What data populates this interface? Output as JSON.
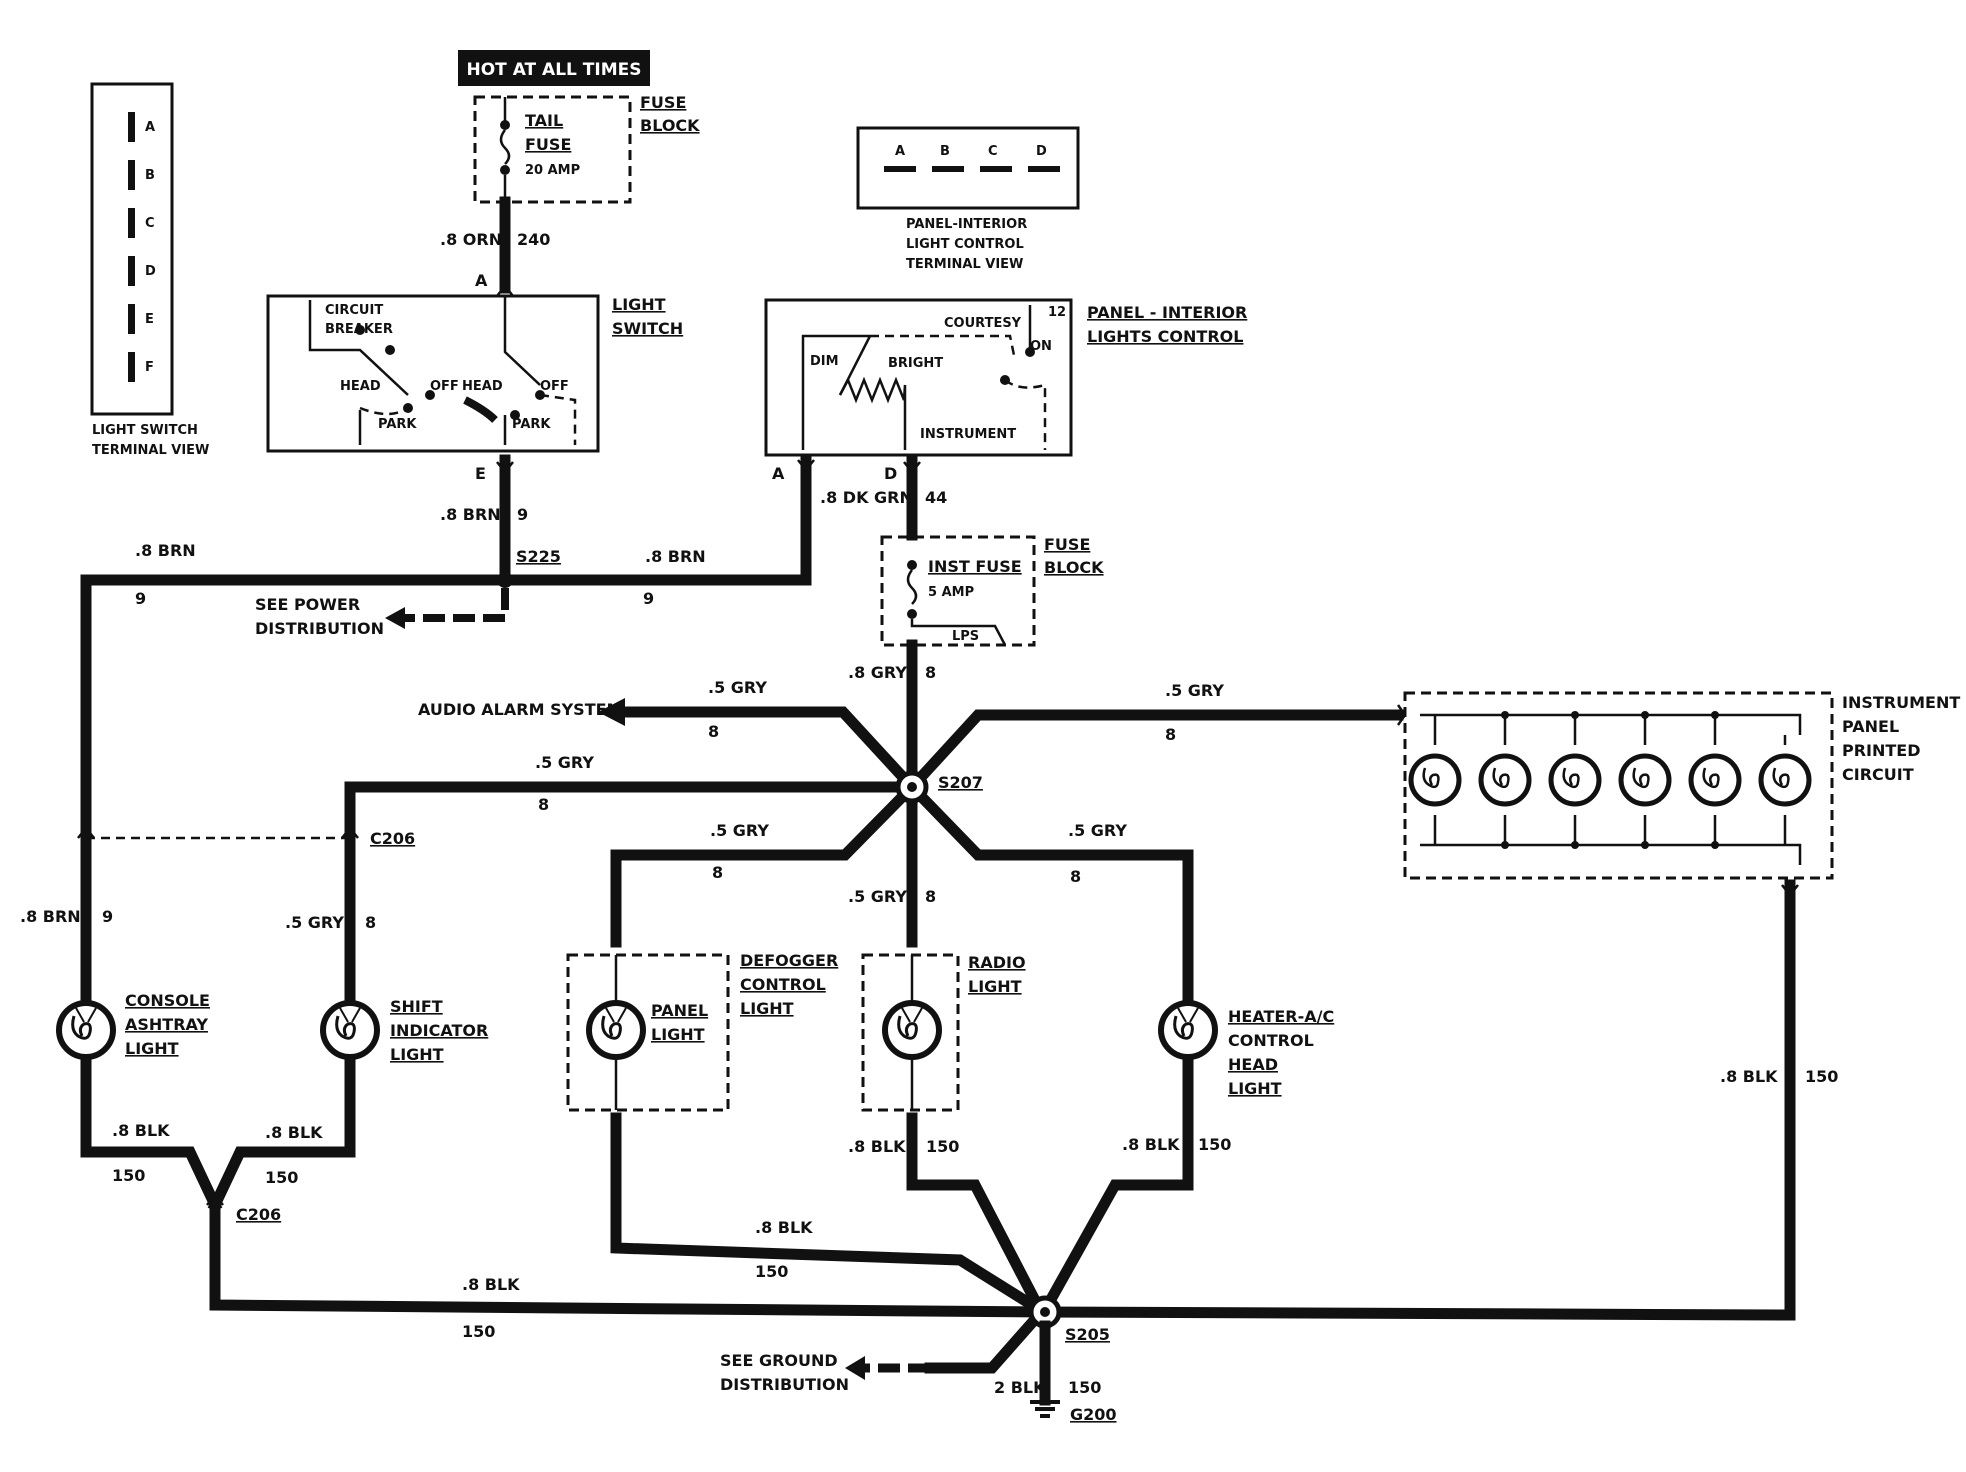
{
  "labels": {
    "hot": "HOT AT ALL TIMES",
    "tail_fuse_1": "TAIL",
    "tail_fuse_2": "FUSE",
    "tail_fuse_amp": "20 AMP",
    "fuse_block_1": "FUSE",
    "fuse_block_2": "BLOCK",
    "wire_240_color": ".8 ORN",
    "wire_240_num": "240",
    "term_a_top": "A",
    "light_switch_1": "LIGHT",
    "light_switch_2": "SWITCH",
    "circuit": "CIRCUIT",
    "breaker": "BREAKER",
    "head_1": "HEAD",
    "off_1": "OFF",
    "head_2": "HEAD",
    "off_2": "OFF",
    "park_1": "PARK",
    "park_2": "PARK",
    "term_e": "E",
    "wire_9_color_a": ".8 BRN",
    "wire_9_num_a": "9",
    "s225": "S225",
    "wire_9_color_b": ".8 BRN",
    "wire_9_num_b": "9",
    "wire_9_color_c": ".8 BRN",
    "wire_9_num_c": "9",
    "see_power_1": "SEE POWER",
    "see_power_2": "DISTRIBUTION",
    "ls_term_a": "A",
    "ls_term_b": "B",
    "ls_term_c": "C",
    "ls_term_d": "D",
    "ls_term_e": "E",
    "ls_term_f": "F",
    "ls_view_1": "LIGHT SWITCH",
    "ls_view_2": "TERMINAL VIEW",
    "pi_term_a": "A",
    "pi_term_b": "B",
    "pi_term_c": "C",
    "pi_term_d": "D",
    "pi_view_1": "PANEL-INTERIOR",
    "pi_view_2": "LIGHT CONTROL",
    "pi_view_3": "TERMINAL VIEW",
    "pi_control_1": "PANEL - INTERIOR",
    "pi_control_2": "LIGHTS CONTROL",
    "courtesy": "COURTESY",
    "pin_12": "12",
    "on": "ON",
    "dim": "DIM",
    "bright": "BRIGHT",
    "instrument": "INSTRUMENT",
    "term_a_pi": "A",
    "term_d_pi": "D",
    "wire_44_color": ".8 DK GRN",
    "wire_44_num": "44",
    "inst_fuse_1": "INST FUSE",
    "inst_fuse_amp": "5 AMP",
    "lps": "LPS",
    "fuse_block2_1": "FUSE",
    "fuse_block2_2": "BLOCK",
    "wire_8_main_color": ".8 GRY",
    "wire_8_main_num": "8",
    "audio_alarm": "AUDIO ALARM SYSTEM",
    "gry_audio": ".5 GRY",
    "num_audio": "8",
    "gry_ipc": ".5 GRY",
    "num_ipc": "8",
    "s207": "S207",
    "gry_shift": ".5 GRY",
    "num_shift": "8",
    "gry_defog": ".5 GRY",
    "num_defog": "8",
    "gry_heater": ".5 GRY",
    "num_heater": "8",
    "gry_radio": ".5 GRY",
    "num_radio": "8",
    "ipc_1": "INSTRUMENT",
    "ipc_2": "PANEL",
    "ipc_3": "PRINTED",
    "ipc_4": "CIRCUIT",
    "c206_top": "C206",
    "brn_console": ".8 BRN",
    "num_console": "9",
    "gry_shift2": ".5 GRY",
    "num_shift2": "8",
    "console_1": "CONSOLE",
    "console_2": "ASHTRAY",
    "console_3": "LIGHT",
    "shift_1": "SHIFT",
    "shift_2": "INDICATOR",
    "shift_3": "LIGHT",
    "defog_1": "DEFOGGER",
    "defog_2": "CONTROL",
    "defog_3": "LIGHT",
    "panel_light_1": "PANEL",
    "panel_light_2": "LIGHT",
    "radio_1": "RADIO",
    "radio_2": "LIGHT",
    "heater_1": "HEATER-A/C",
    "heater_2": "CONTROL",
    "heater_3": "HEAD",
    "heater_4": "LIGHT",
    "blk_console": ".8 BLK",
    "num_blk_console": "150",
    "blk_shift": ".8 BLK",
    "num_blk_shift": "150",
    "c206_bottom": "C206",
    "blk_radio": ".8 BLK",
    "num_blk_radio": "150",
    "blk_heater": ".8 BLK",
    "num_blk_heater": "150",
    "blk_ipc": ".8 BLK",
    "num_blk_ipc": "150",
    "blk_panel": ".8 BLK",
    "num_blk_panel": "150",
    "blk_main": ".8 BLK",
    "num_blk_main": "150",
    "s205": "S205",
    "see_ground_1": "SEE GROUND",
    "see_ground_2": "DISTRIBUTION",
    "blk_ground": "2 BLK",
    "num_ground": "150",
    "g200": "G200"
  }
}
